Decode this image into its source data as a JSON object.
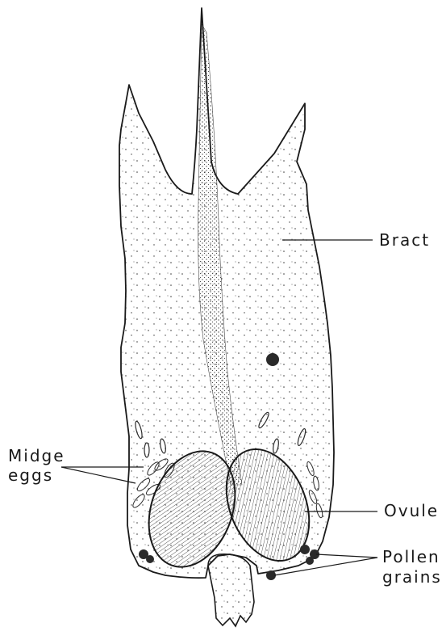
{
  "labels": {
    "bract": "Bract",
    "midge_line1": "Midge",
    "midge_line2": "eggs",
    "ovule": "Ovule",
    "pollen_line1": "Pollen",
    "pollen_line2": "grains"
  },
  "colors": {
    "ink": "#1a1a1a",
    "paper": "#ffffff",
    "stipple": "#3a3a3a"
  }
}
